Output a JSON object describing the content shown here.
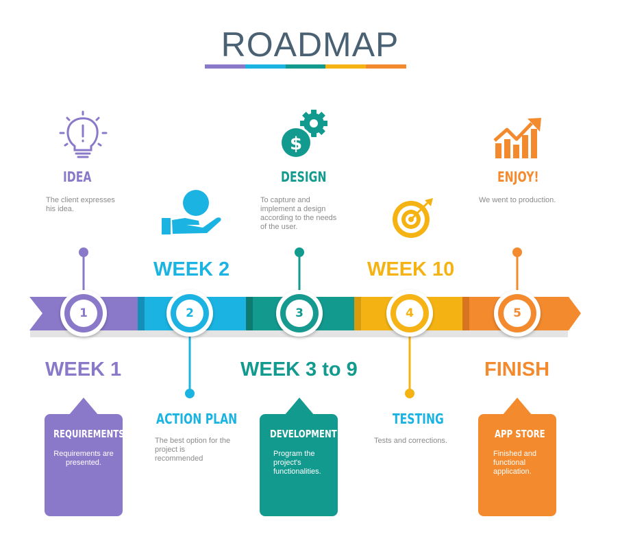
{
  "title": "ROADMAP",
  "colors": {
    "purple": "#8a78c9",
    "blue": "#1ab3e2",
    "teal": "#139a8f",
    "yellow": "#f5b313",
    "orange": "#f48a2e"
  },
  "stages": [
    {
      "number": "1",
      "title": "IDEA",
      "description": "The client expresses his idea.",
      "week": "WEEK 1",
      "card_title": "REQUIREMENTS",
      "card_text": "Requirements are presented.",
      "icon": "lightbulb-icon"
    },
    {
      "number": "2",
      "title": "ACTION PLAN",
      "description": "The best option for the project is recommended",
      "week": "WEEK 2",
      "icon": "hand-icon"
    },
    {
      "number": "3",
      "title": "DESIGN",
      "description": "To capture and implement a design according to the needs of the user.",
      "week": "WEEK 3 to 9",
      "card_title": "DEVELOPMENT",
      "card_text": "Program the project's functionalities.",
      "icon": "dollar-gear-icon"
    },
    {
      "number": "4",
      "title": "TESTING",
      "description": "Tests and corrections.",
      "week": "WEEK 10",
      "icon": "target-icon"
    },
    {
      "number": "5",
      "title": "ENJOY!",
      "description": "We went to production.",
      "week": "FINISH",
      "card_title": "APP STORE",
      "card_text": "Finished and functional application.",
      "icon": "growth-chart-icon"
    }
  ]
}
